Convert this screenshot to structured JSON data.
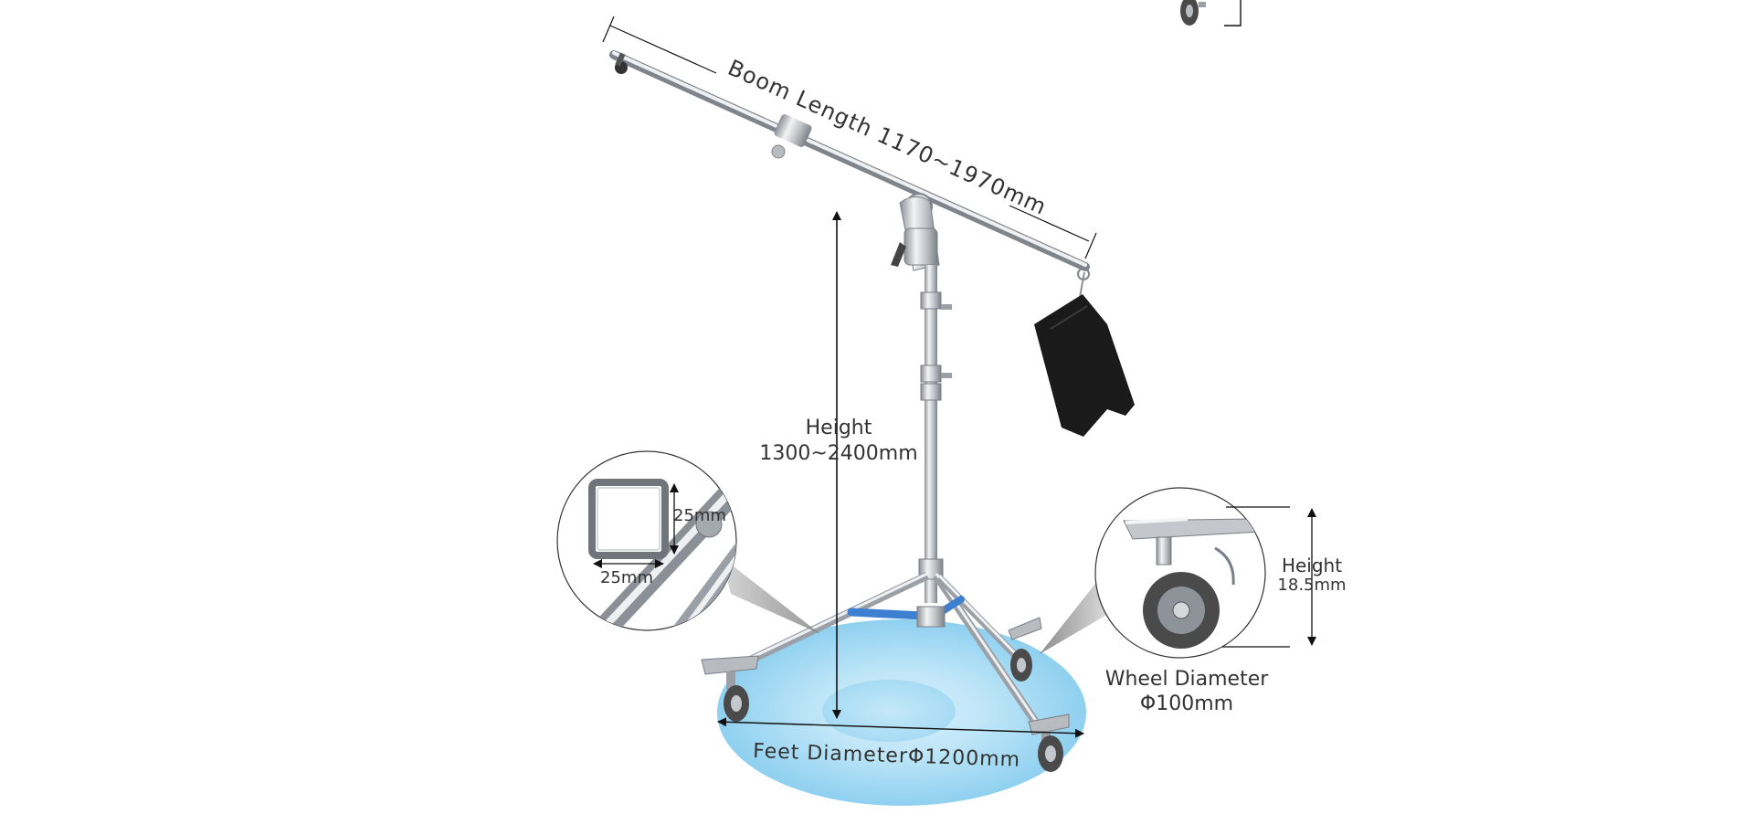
{
  "labels": {
    "boom_length": "Boom Length 1170~1970mm",
    "height_title": "Height",
    "height_value": "1300~2400mm",
    "tube_side_vertical": "25mm",
    "tube_side_horizontal": "25mm",
    "wheel_height_title": "Height",
    "wheel_height_value": "18.5mm",
    "wheel_diameter_title": "Wheel Diameter",
    "wheel_diameter_value": "Φ100mm",
    "feet_diameter": "Feet DiameterΦ1200mm"
  },
  "colors": {
    "floor_ellipse": "#a9dcf4",
    "floor_ellipse_edge": "#cfeefb",
    "chrome": "#c9cdd1",
    "chrome_dark": "#8b9096",
    "sandbag": "#1a1a1a",
    "brace_blue": "#3d7fd1",
    "wheel_tire": "#4a4a4a",
    "text": "#333333",
    "dimension_line": "#111111"
  }
}
